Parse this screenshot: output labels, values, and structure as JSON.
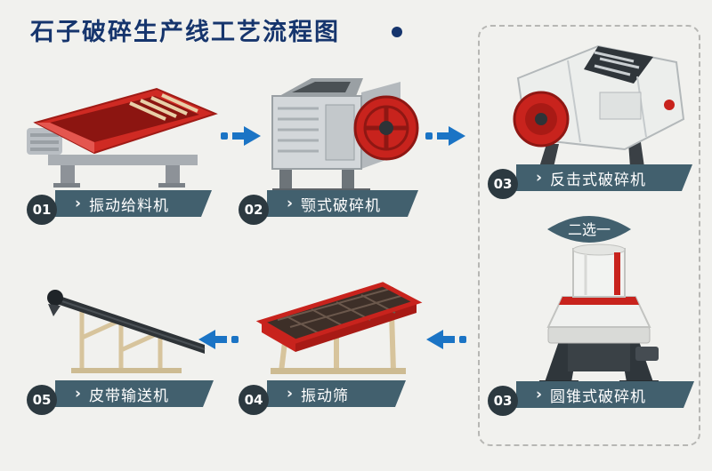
{
  "title": "石子破碎生产线工艺流程图",
  "choice": {
    "label": "二选一"
  },
  "icons": {
    "chevron_right": "›"
  },
  "machines": [
    {
      "num": "01",
      "label": "振动给料机"
    },
    {
      "num": "02",
      "label": "颚式破碎机"
    },
    {
      "num": "03",
      "label": "反击式破碎机"
    },
    {
      "num": "03",
      "label": "圆锥式破碎机"
    },
    {
      "num": "04",
      "label": "振动筛"
    },
    {
      "num": "05",
      "label": "皮带输送机"
    }
  ],
  "colors": {
    "background": "#f1f1ee",
    "title_navy": "#16356d",
    "ribbon_slate": "#42606e",
    "badge_dark": "#2c3940",
    "arrow_blue": "#1b74c5",
    "machine_red": "#c8231d"
  }
}
